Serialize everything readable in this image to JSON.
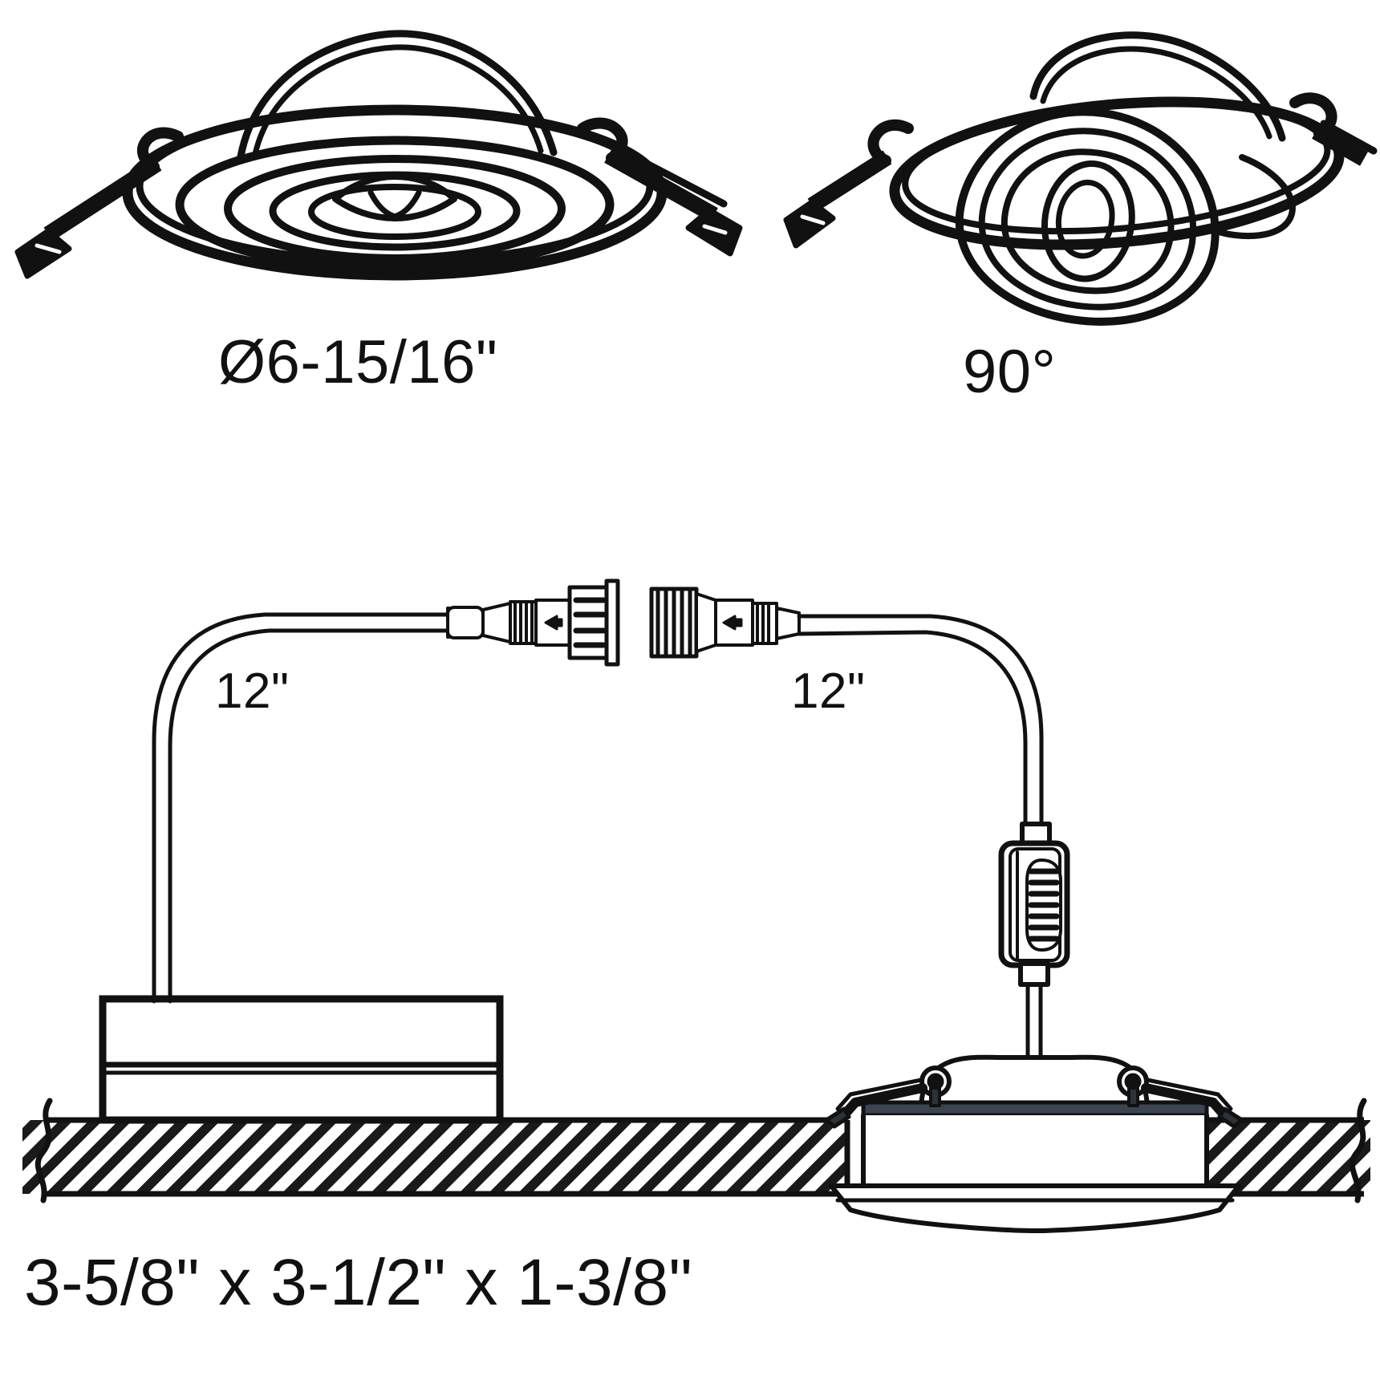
{
  "drawing": {
    "title": "Recessed Gimbal Downlight Dimensional Drawing",
    "line_color": "#111111",
    "background_color": "#ffffff",
    "hatch_color": "#1a1a1a"
  },
  "views": {
    "top_left": {
      "name": "Front perspective view of recessed gimbal downlight",
      "label": "Ø6-15/16\""
    },
    "top_right": {
      "name": "Perspective view with gimbal tilted",
      "label": "90°"
    },
    "bottom": {
      "name": "Installation section view through ceiling",
      "junction_box": "Junction box",
      "driver": "LED driver",
      "connector_female": "Quick connector socket",
      "connector_male": "Quick connector plug",
      "ceiling": "Ceiling section hatching",
      "lead_left_label": "12\"",
      "lead_right_label": "12\"",
      "overall_label": "3-5/8\" x 3-1/2\" x 1-3/8\""
    }
  },
  "dimensions": {
    "aperture_diameter": "Ø6-15/16\"",
    "tilt_angle": "90°",
    "lead_length_junction_side": "12\"",
    "lead_length_fixture_side": "12\"",
    "housing_overall": "3-5/8\" x 3-1/2\" x 1-3/8\""
  }
}
